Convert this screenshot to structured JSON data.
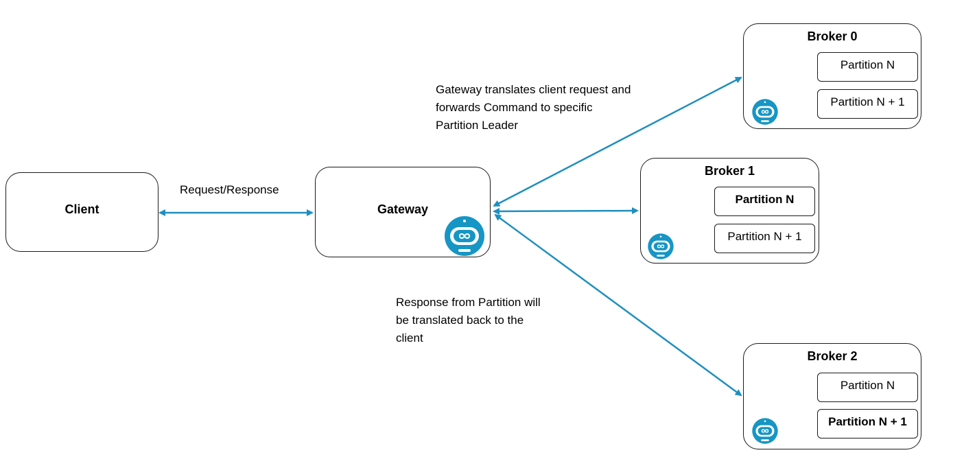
{
  "client": {
    "label": "Client"
  },
  "gateway": {
    "label": "Gateway"
  },
  "edge_label": "Request/Response",
  "notes": {
    "top": [
      "Gateway translates client request and",
      "forwards Command to specific",
      "Partition Leader"
    ],
    "bottom": [
      "Response from Partition will",
      "be translated back to the",
      "client"
    ]
  },
  "brokers": [
    {
      "title": "Broker 0",
      "partitions": [
        {
          "label": "Partition N",
          "leader": false
        },
        {
          "label": "Partition N + 1",
          "leader": false
        }
      ]
    },
    {
      "title": "Broker 1",
      "partitions": [
        {
          "label": "Partition N",
          "leader": true
        },
        {
          "label": "Partition N + 1",
          "leader": false
        }
      ]
    },
    {
      "title": "Broker 2",
      "partitions": [
        {
          "label": "Partition N",
          "leader": false
        },
        {
          "label": "Partition N + 1",
          "leader": true
        }
      ]
    }
  ],
  "icons": [
    "zeebe-robot-logo-icon"
  ],
  "colors": {
    "arrow": "#1f8fbf",
    "logo": "#1696c4",
    "border": "#1a1a1a"
  }
}
